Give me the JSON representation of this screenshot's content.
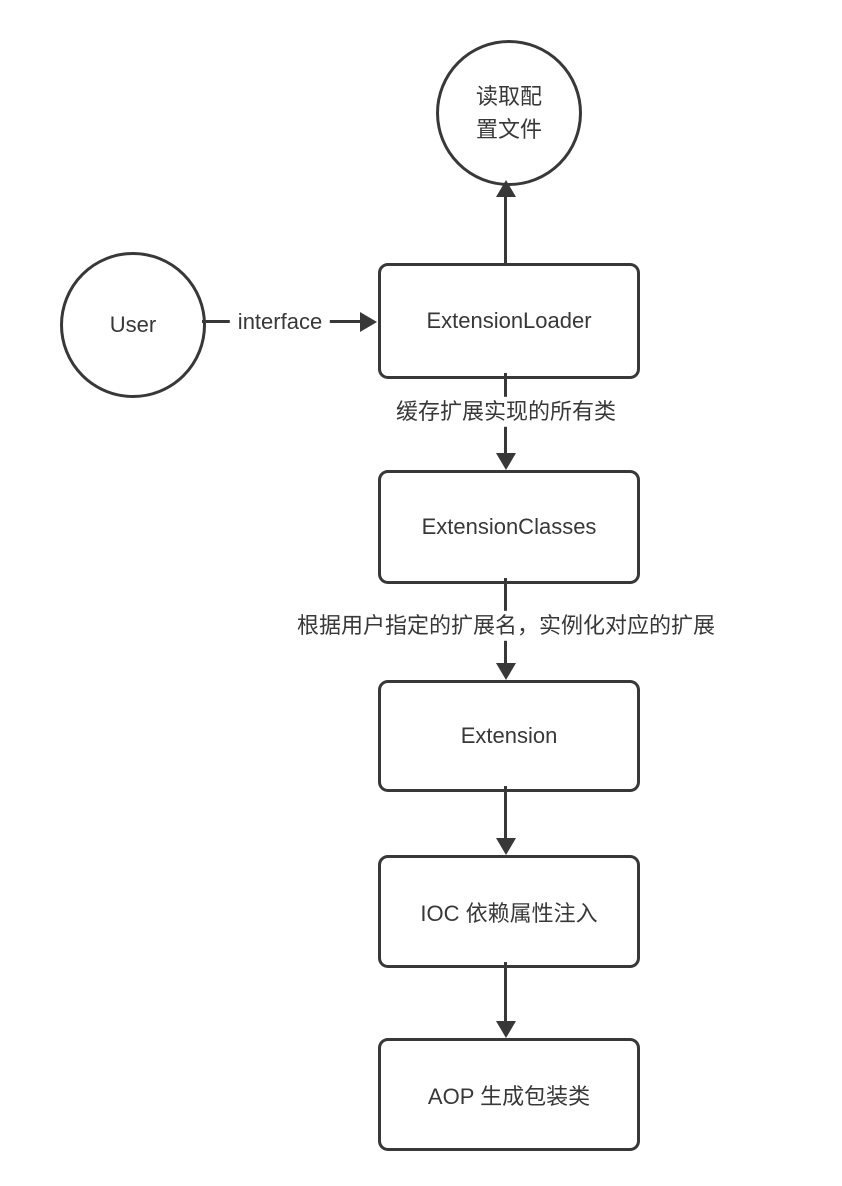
{
  "diagram": {
    "title": "ExtensionLoader flow diagram",
    "colors": {
      "stroke": "#383838",
      "background": "#ffffff"
    },
    "nodes": {
      "config_file": {
        "label": "读取配置文件",
        "shape": "circle"
      },
      "user": {
        "label": "User",
        "shape": "circle"
      },
      "extension_loader": {
        "label": "ExtensionLoader",
        "shape": "box"
      },
      "extension_classes": {
        "label": "ExtensionClasses",
        "shape": "box"
      },
      "extension": {
        "label": "Extension",
        "shape": "box"
      },
      "ioc": {
        "label": "IOC 依赖属性注入",
        "shape": "box"
      },
      "aop": {
        "label": "AOP 生成包装类",
        "shape": "box"
      }
    },
    "edges": {
      "user_to_loader": {
        "label": "interface",
        "direction": "right"
      },
      "loader_to_config": {
        "label": "",
        "direction": "up"
      },
      "loader_to_classes": {
        "label": "缓存扩展实现的所有类",
        "direction": "down"
      },
      "classes_to_extension": {
        "label": "根据用户指定的扩展名，实例化对应的扩展",
        "direction": "down"
      },
      "extension_to_ioc": {
        "label": "",
        "direction": "down"
      },
      "ioc_to_aop": {
        "label": "",
        "direction": "down"
      }
    }
  }
}
